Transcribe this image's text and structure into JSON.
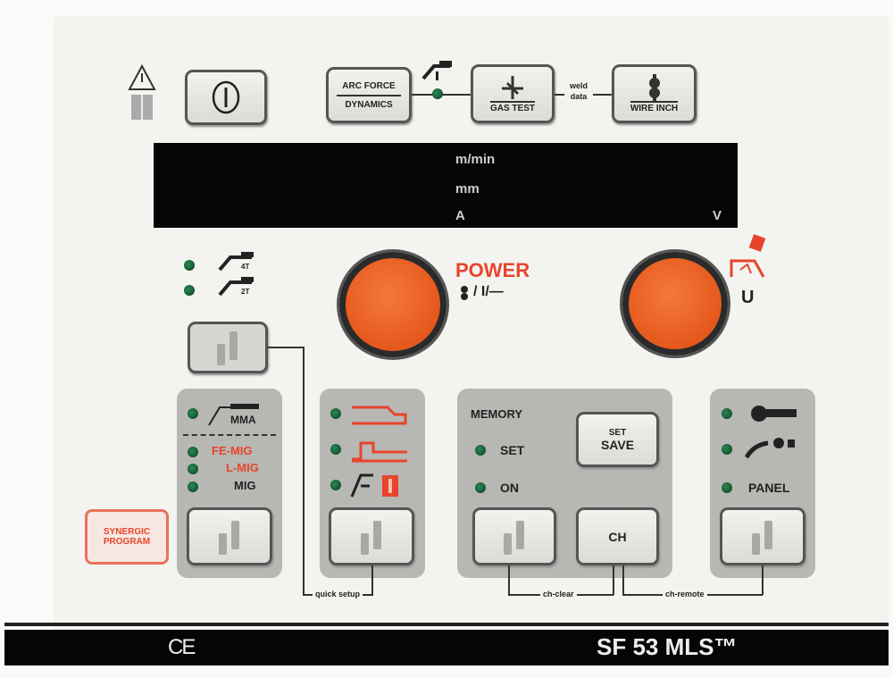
{
  "top_buttons": {
    "arc_force": "ARC FORCE",
    "dynamics": "DYNAMICS",
    "gas_test": "GAS TEST",
    "weld_data": "weld data",
    "wire_inch": "WIRE INCH"
  },
  "display": {
    "unit_speed": "m/min",
    "unit_thickness": "mm",
    "unit_current": "A",
    "unit_voltage": "V"
  },
  "trigger_modes": [
    "4T",
    "2T"
  ],
  "power": {
    "label": "POWER",
    "sub": "/ I/—"
  },
  "voltage_knob": {
    "label": "U"
  },
  "process_group": {
    "mma": "MMA",
    "fe_mig": "FE-MIG",
    "l_mig": "L-MIG",
    "mig": "MIG"
  },
  "synergic": {
    "label": "SYNERGIC PROGRAM"
  },
  "memory": {
    "title": "MEMORY",
    "set": "SET",
    "on": "ON",
    "set_save_1": "SET",
    "set_save_2": "SAVE",
    "ch": "CH"
  },
  "control": {
    "panel": "PANEL"
  },
  "links": {
    "quick_setup": "quick setup",
    "ch_clear": "ch-clear",
    "ch_remote": "ch-remote"
  },
  "footer": {
    "ce": "CE",
    "model": "SF 53 MLS™"
  },
  "colors": {
    "knob": "#e95e22",
    "accent_red": "#e8442c",
    "led": "#1f6b3e"
  }
}
